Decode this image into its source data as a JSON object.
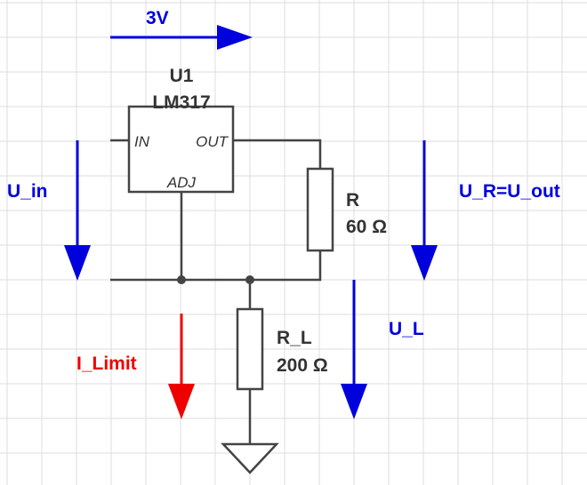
{
  "regulator": {
    "designator": "U1",
    "part": "LM317",
    "pin_in": "IN",
    "pin_out": "OUT",
    "pin_adj": "ADJ"
  },
  "resistor_r": {
    "name": "R",
    "value": "60 Ω"
  },
  "resistor_rl": {
    "name": "R_L",
    "value": "200 Ω"
  },
  "labels": {
    "v_ref": "3V",
    "u_in": "U_in",
    "u_r": "U_R=U_out",
    "u_l": "U_L",
    "i_limit": "I_Limit"
  },
  "colors": {
    "voltage_arrow": "#0000dd",
    "current_arrow": "#ee0000",
    "wire": "#444444",
    "grid": "#dddddd",
    "background": "#ffffff"
  },
  "icons": {
    "ground": "ground-symbol-icon"
  }
}
